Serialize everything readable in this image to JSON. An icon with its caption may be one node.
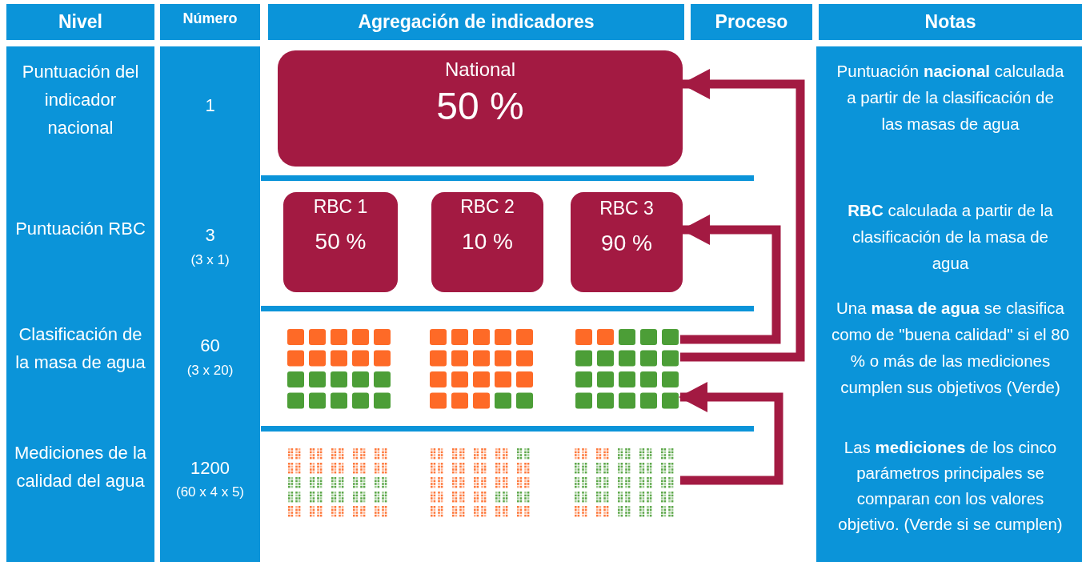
{
  "diagram": {
    "nodes": [
      {
        "text": [
          "Nivel"
        ]
      },
      {
        "text": [
          "Número"
        ]
      },
      {
        "text": [
          "Agregación de indicadores"
        ]
      },
      {
        "text": [
          "Proceso"
        ]
      },
      {
        "text": [
          "Notas"
        ]
      },
      {
        "text": [
          "National",
          "50 %"
        ]
      },
      {
        "text": [
          "RBC 1",
          "50 %"
        ]
      },
      {
        "text": [
          "RBC 2",
          "10 %"
        ]
      },
      {
        "text": [
          "RBC 3",
          "90 %"
        ]
      },
      {
        "text": [],
        "shape": "picture"
      },
      {
        "text": [],
        "shape": "picture"
      },
      {
        "text": [],
        "shape": "picture"
      },
      {
        "text": [],
        "shape": "picture"
      },
      {
        "text": [],
        "shape": "picture"
      },
      {
        "text": [],
        "shape": "picture"
      }
    ],
    "edges": [
      {
        "from": 11,
        "to": 8,
        "arrow": "to"
      },
      {
        "from": 11,
        "to": 5,
        "arrow": "to"
      },
      {
        "from": 14,
        "to": 11,
        "arrow": "to"
      }
    ],
    "labels": [
      "Puntuación del indicador nacional",
      "1",
      "Puntuación **nacional** calculada a partir de la clasificación de las masas de agua",
      "Puntuación RBC",
      "3",
      "(3 x 1)",
      "**RBC** calculada a partir de la clasificación de la masa de agua",
      "Clasificación de la masa de agua",
      "60",
      "(3 x 20)",
      "Una **masa de agua** se clasifica como de \"buena calidad\" si el 80 % o más de las mediciones cumplen sus objetivos (Verde)",
      "Mediciones de la calidad del agua",
      "1200",
      "(60 x 4 x 5)",
      "Las **mediciones** de los cinco parámetros principales se comparan con los valores objetivo. (Verde si se cumplen)"
    ]
  }
}
